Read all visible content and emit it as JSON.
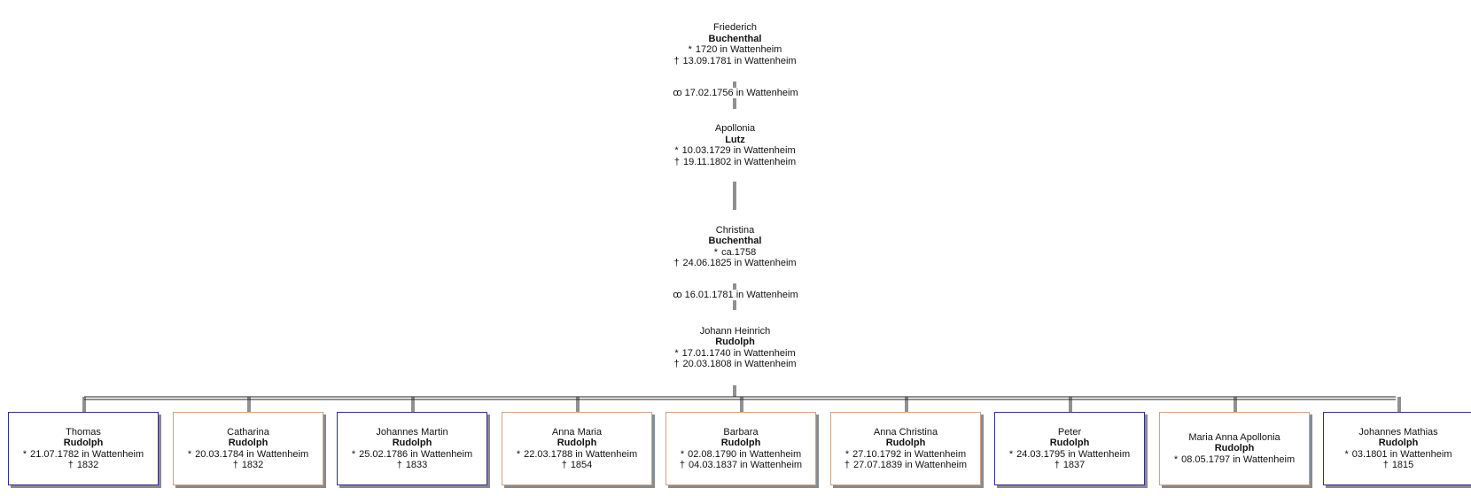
{
  "ancestors": [
    {
      "first": "Friederich",
      "surname": "Buchenthal",
      "birth": "1720 in Wattenheim",
      "death": "13.09.1781 in Wattenheim",
      "sex": "m"
    },
    {
      "first": "Apollonia",
      "surname": "Lutz",
      "birth": "10.03.1729 in Wattenheim",
      "death": "19.11.1802 in Wattenheim",
      "sex": "f"
    },
    {
      "first": "Christina",
      "surname": "Buchenthal",
      "birth": "ca.1758",
      "death": "24.06.1825 in Wattenheim",
      "sex": "f"
    },
    {
      "first": "Johann Heinrich",
      "surname": "Rudolph",
      "birth": "17.01.1740 in Wattenheim",
      "death": "20.03.1808 in Wattenheim",
      "sex": "m"
    }
  ],
  "marriages": [
    {
      "text": "17.02.1756 in Wattenheim"
    },
    {
      "text": "16.01.1781 in Wattenheim"
    }
  ],
  "children": [
    {
      "first": "Thomas",
      "surname": "Rudolph",
      "birth": "21.07.1782 in Wattenheim",
      "death": "1832",
      "sex": "m"
    },
    {
      "first": "Catharina",
      "surname": "Rudolph",
      "birth": "20.03.1784 in Wattenheim",
      "death": "1832",
      "sex": "f"
    },
    {
      "first": "Johannes Martin",
      "surname": "Rudolph",
      "birth": "25.02.1786 in Wattenheim",
      "death": "1833",
      "sex": "m"
    },
    {
      "first": "Anna Maria",
      "surname": "Rudolph",
      "birth": "22.03.1788 in Wattenheim",
      "death": "1854",
      "sex": "f"
    },
    {
      "first": "Barbara",
      "surname": "Rudolph",
      "birth": "02.08.1790 in Wattenheim",
      "death": "04.03.1837 in Wattenheim",
      "sex": "f"
    },
    {
      "first": "Anna Christina",
      "surname": "Rudolph",
      "birth": "27.10.1792 in Wattenheim",
      "death": "27.07.1839 in Wattenheim",
      "sex": "f"
    },
    {
      "first": "Peter",
      "surname": "Rudolph",
      "birth": "24.03.1795 in Wattenheim",
      "death": "1837",
      "sex": "m"
    },
    {
      "first": "Maria Anna Apollonia",
      "surname": "Rudolph",
      "birth": "08.05.1797 in Wattenheim",
      "death": "",
      "sex": "f"
    },
    {
      "first": "Johannes Mathias",
      "surname": "Rudolph",
      "birth": "03.1801 in Wattenheim",
      "death": "1815",
      "sex": "m"
    }
  ],
  "symbols": {
    "birth": "*",
    "death": "†",
    "marriage": "oo"
  },
  "colors": {
    "male_border": "#2e2e8e",
    "female_border": "#caa488",
    "shadow": "#8a8a8a",
    "line": "#222222"
  }
}
